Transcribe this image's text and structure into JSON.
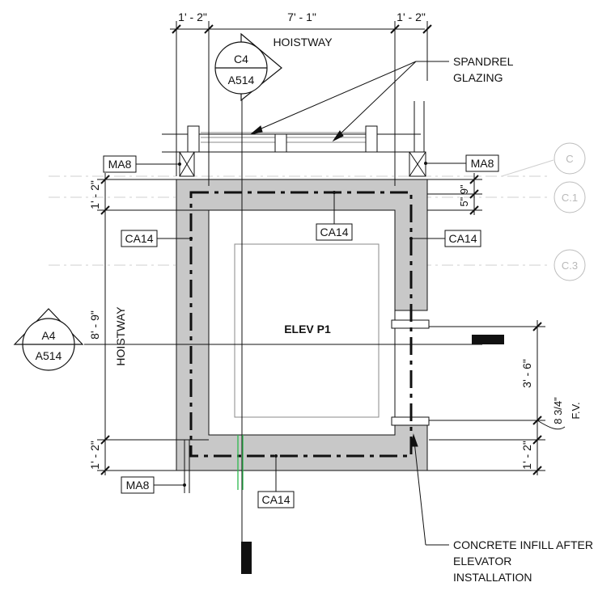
{
  "dims": {
    "top_left": "1' - 2\"",
    "top_mid": "7' - 1\"",
    "top_right": "1' - 2\"",
    "left_top": "1' - 2\"",
    "left_mid": "8' - 9\"",
    "left_bot": "1' - 2\"",
    "right_small": "5\" 9\"",
    "right_mid": "3' - 6\"",
    "right_bot": "1' - 2\"",
    "fv_dim": "8 3/4\"",
    "fv_label": "F.V."
  },
  "labels": {
    "hoistway_top": "HOISTWAY",
    "hoistway_left": "HOISTWAY",
    "elev": "ELEV P1",
    "spandrel_1": "SPANDREL",
    "spandrel_2": "GLAZING",
    "infill_1": "CONCRETE INFILL AFTER",
    "infill_2": "ELEVATOR",
    "infill_3": "INSTALLATION"
  },
  "tags": {
    "ma8_top_left": "MA8",
    "ma8_top_right": "MA8",
    "ma8_bottom": "MA8",
    "ca14_left": "CA14",
    "ca14_top": "CA14",
    "ca14_right": "CA14",
    "ca14_bottom": "CA14"
  },
  "section_marks": {
    "top": {
      "detail": "C4",
      "sheet": "A514"
    },
    "left": {
      "detail": "A4",
      "sheet": "A514"
    }
  },
  "grid_bubbles": {
    "c": "C",
    "c1": "C.1",
    "c3": "C.3"
  },
  "colors": {
    "wall_fill": "#c8c8c8",
    "line": "#111111",
    "grid": "#bdbdbd",
    "accent": "#2db84d"
  }
}
